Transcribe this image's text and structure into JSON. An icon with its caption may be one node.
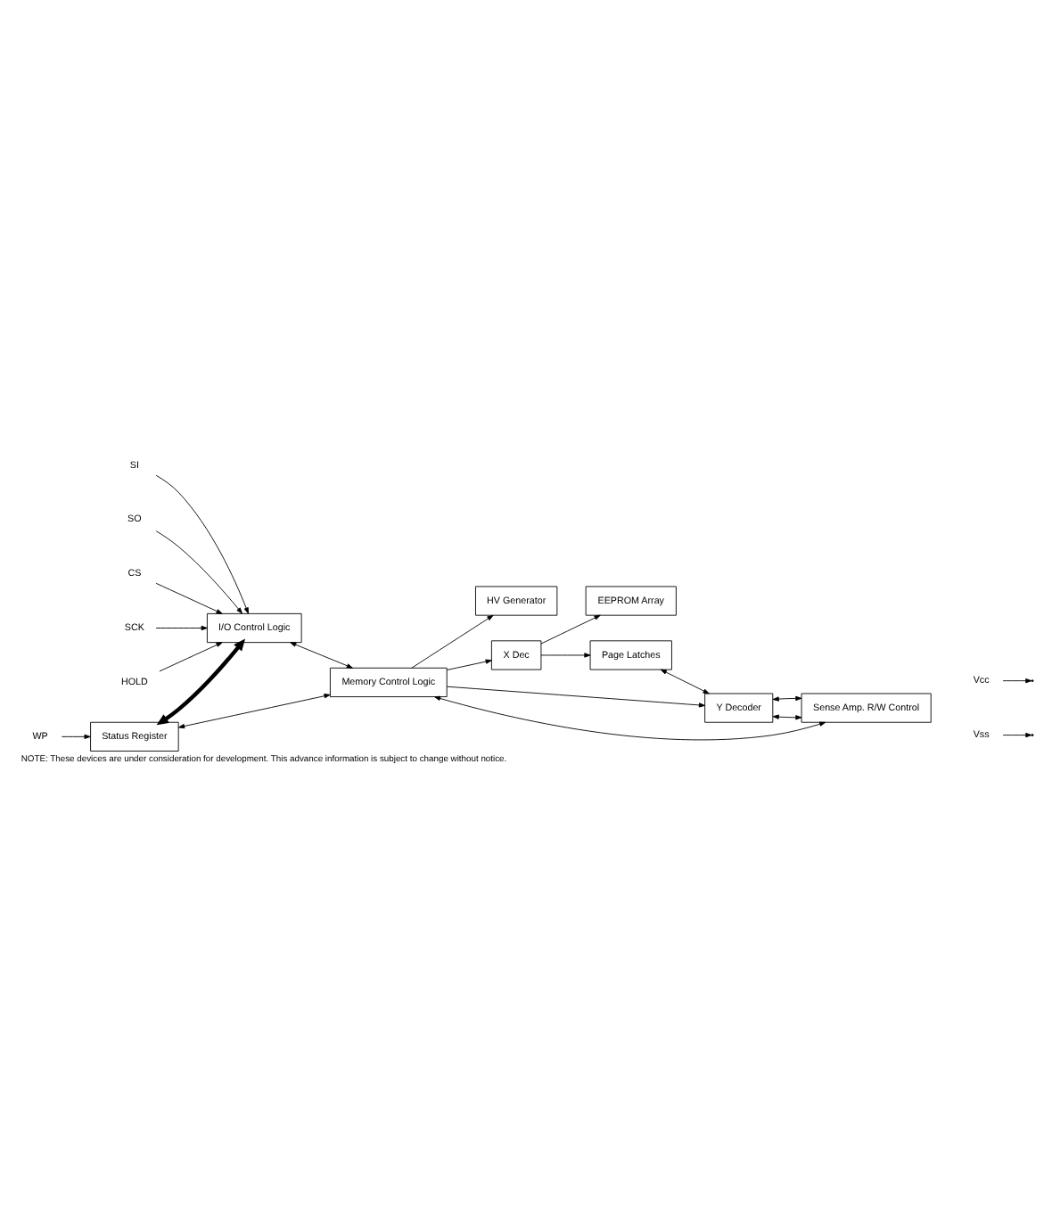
{
  "diagram": {
    "caption": "NOTE: These devices are under consideration for development. This advance information is subject to change without notice.",
    "nodes": [
      {
        "text": [
          "Status Register"
        ]
      },
      {
        "text": [
          "HV Generator"
        ]
      },
      {
        "text": [
          "I/O Control Logic"
        ]
      },
      {
        "text": [
          "Memory Control Logic"
        ]
      },
      {
        "text": [
          "X Dec"
        ]
      },
      {
        "text": [
          "EEPROM Array"
        ]
      },
      {
        "text": [
          "Page Latches"
        ]
      },
      {
        "text": [
          "Y Decoder"
        ]
      },
      {
        "text": [
          "Sense Amp. R/W Control"
        ]
      },
      {
        "text": [
          "WP"
        ]
      },
      {
        "text": [
          "SI"
        ]
      },
      {
        "text": [
          "SO"
        ]
      },
      {
        "text": [
          "CS"
        ]
      },
      {
        "text": [
          "SCK"
        ]
      },
      {
        "text": [
          "HOLD"
        ]
      },
      {
        "text": [
          "Vcc"
        ]
      },
      {
        "text": [
          "Vss"
        ]
      }
    ],
    "edges": [
      {
        "from": 9,
        "to": 0,
        "arrow": "to"
      },
      {
        "from": 0,
        "to": 2,
        "arrow": "both",
        "style": "thick"
      },
      {
        "from": 0,
        "to": 3,
        "arrow": "both"
      },
      {
        "from": 3,
        "to": 1,
        "arrow": "to"
      },
      {
        "from": 2,
        "to": 3,
        "arrow": "both"
      },
      {
        "from": 3,
        "to": 4,
        "arrow": "to"
      },
      {
        "from": 4,
        "to": 5,
        "arrow": "to"
      },
      {
        "from": 4,
        "to": 6,
        "arrow": "to"
      },
      {
        "from": 6,
        "to": 7,
        "arrow": "both"
      },
      {
        "from": 3,
        "to": 7,
        "arrow": "to"
      },
      {
        "from": 3,
        "to": 8,
        "arrow": "both"
      },
      {
        "from": 7,
        "to": 8,
        "arrow": "both"
      },
      {
        "from": 7,
        "to": 8,
        "arrow": "both"
      },
      {
        "from": 10,
        "to": 2,
        "arrow": "to"
      },
      {
        "from": 11,
        "to": 2,
        "arrow": "to"
      },
      {
        "from": 12,
        "to": 2,
        "arrow": "to"
      },
      {
        "from": 13,
        "to": 2,
        "arrow": "to"
      },
      {
        "from": 14,
        "to": 2,
        "arrow": "to"
      },
      {
        "from": 15,
        "to": null,
        "arrow": "to"
      },
      {
        "from": 16,
        "to": null,
        "arrow": "to"
      }
    ]
  }
}
